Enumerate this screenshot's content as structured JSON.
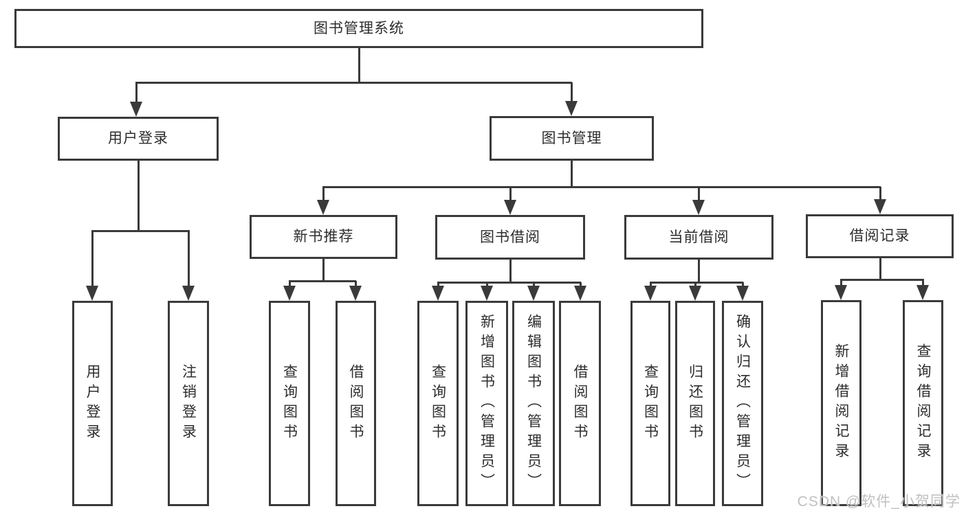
{
  "watermark": "CSDN @软件_小贺同学",
  "theme": {
    "line_color": "#3a3a3a",
    "text_color": "#2d2d2d",
    "box_background": "#ffffff",
    "page_background": "#ffffff",
    "watermark_color": "#c1c0c0"
  },
  "tree": {
    "id": "root",
    "label": "图书管理系统",
    "children": [
      {
        "id": "user-login",
        "label": "用户登录",
        "children": [
          {
            "id": "ul-login",
            "label": "用户登录"
          },
          {
            "id": "ul-logout",
            "label": "注销登录"
          }
        ]
      },
      {
        "id": "book-mgmt",
        "label": "图书管理",
        "children": [
          {
            "id": "new-book-rec",
            "label": "新书推荐",
            "children": [
              {
                "id": "nbr-query",
                "label": "查询图书"
              },
              {
                "id": "nbr-borrow",
                "label": "借阅图书"
              }
            ]
          },
          {
            "id": "book-borrow",
            "label": "图书借阅",
            "children": [
              {
                "id": "bb-query",
                "label": "查询图书"
              },
              {
                "id": "bb-add",
                "label": "新增图书（管理员）"
              },
              {
                "id": "bb-edit",
                "label": "编辑图书（管理员）"
              },
              {
                "id": "bb-borrow",
                "label": "借阅图书"
              }
            ]
          },
          {
            "id": "current-borrow",
            "label": "当前借阅",
            "children": [
              {
                "id": "cb-query",
                "label": "查询图书"
              },
              {
                "id": "cb-return",
                "label": "归还图书"
              },
              {
                "id": "cb-confirm",
                "label": "确认归还（管理员）"
              }
            ]
          },
          {
            "id": "borrow-record",
            "label": "借阅记录",
            "children": [
              {
                "id": "br-add",
                "label": "新增借阅记录"
              },
              {
                "id": "br-query",
                "label": "查询借阅记录"
              }
            ]
          }
        ]
      }
    ]
  }
}
